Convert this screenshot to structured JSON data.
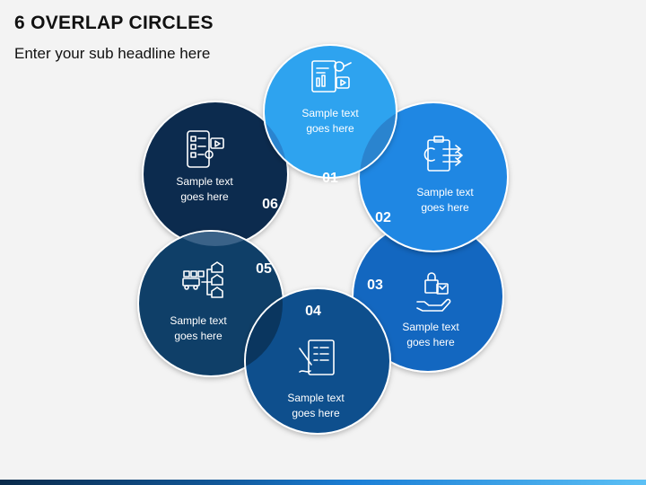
{
  "title": "6 OVERLAP CIRCLES",
  "subtitle": "Enter your sub headline here",
  "colors": {
    "c1": "#2ea3ef",
    "c2": "#1f87e3",
    "c3": "#1367c0",
    "c4": "#0e4f8d",
    "c5": "#0f3f68",
    "c6": "#0c2b4e",
    "overlap": "#2a7cc6"
  },
  "items": [
    {
      "number": "01",
      "text1": "Sample text",
      "text2": "goes here",
      "icon": "report-chart-icon"
    },
    {
      "number": "02",
      "text1": "Sample text",
      "text2": "goes here",
      "icon": "clipboard-arrows-icon"
    },
    {
      "number": "03",
      "text1": "Sample text",
      "text2": "goes here",
      "icon": "hand-shopping-bag-icon"
    },
    {
      "number": "04",
      "text1": "Sample text",
      "text2": "goes here",
      "icon": "checklist-pen-icon"
    },
    {
      "number": "05",
      "text1": "Sample text",
      "text2": "goes here",
      "icon": "warehouse-flow-icon"
    },
    {
      "number": "06",
      "text1": "Sample text",
      "text2": "goes here",
      "icon": "mobile-checklist-icon"
    }
  ]
}
